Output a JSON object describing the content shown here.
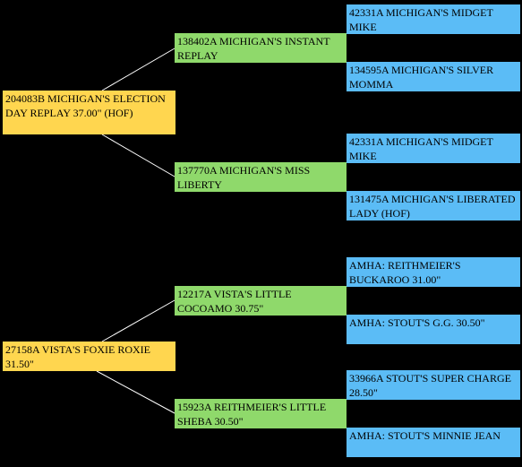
{
  "pedigrees": [
    {
      "horse": "204083B MICHIGAN'S ELECTION DAY REPLAY 37.00\" (HOF)",
      "sire": "138402A MICHIGAN'S INSTANT REPLAY",
      "sire_sire": "42331A MICHIGAN'S MIDGET MIKE",
      "sire_dam": "134595A MICHIGAN'S SILVER MOMMA",
      "dam": "137770A MICHIGAN'S MISS LIBERTY",
      "dam_sire": "42331A MICHIGAN'S MIDGET MIKE",
      "dam_dam": "131475A MICHIGAN'S LIBERATED LADY (HOF)"
    },
    {
      "horse": "27158A VISTA'S FOXIE ROXIE 31.50\"",
      "sire": "12217A VISTA'S LITTLE COCOAMO 30.75\"",
      "sire_sire": "AMHA: REITHMEIER'S BUCKAROO 31.00\"",
      "sire_dam": "AMHA: STOUT'S G.G. 30.50\"",
      "dam": "15923A REITHMEIER'S LITTLE SHEBA 30.50\"",
      "dam_sire": "33966A STOUT'S SUPER CHARGE 28.50\"",
      "dam_dam": "AMHA: STOUT'S MINNIE JEAN"
    }
  ],
  "colors": {
    "background": "#000000",
    "generation_1": "#ffd64f",
    "generation_2": "#8fd96b",
    "generation_3": "#5bbcf6",
    "connector": "#ffffff"
  }
}
